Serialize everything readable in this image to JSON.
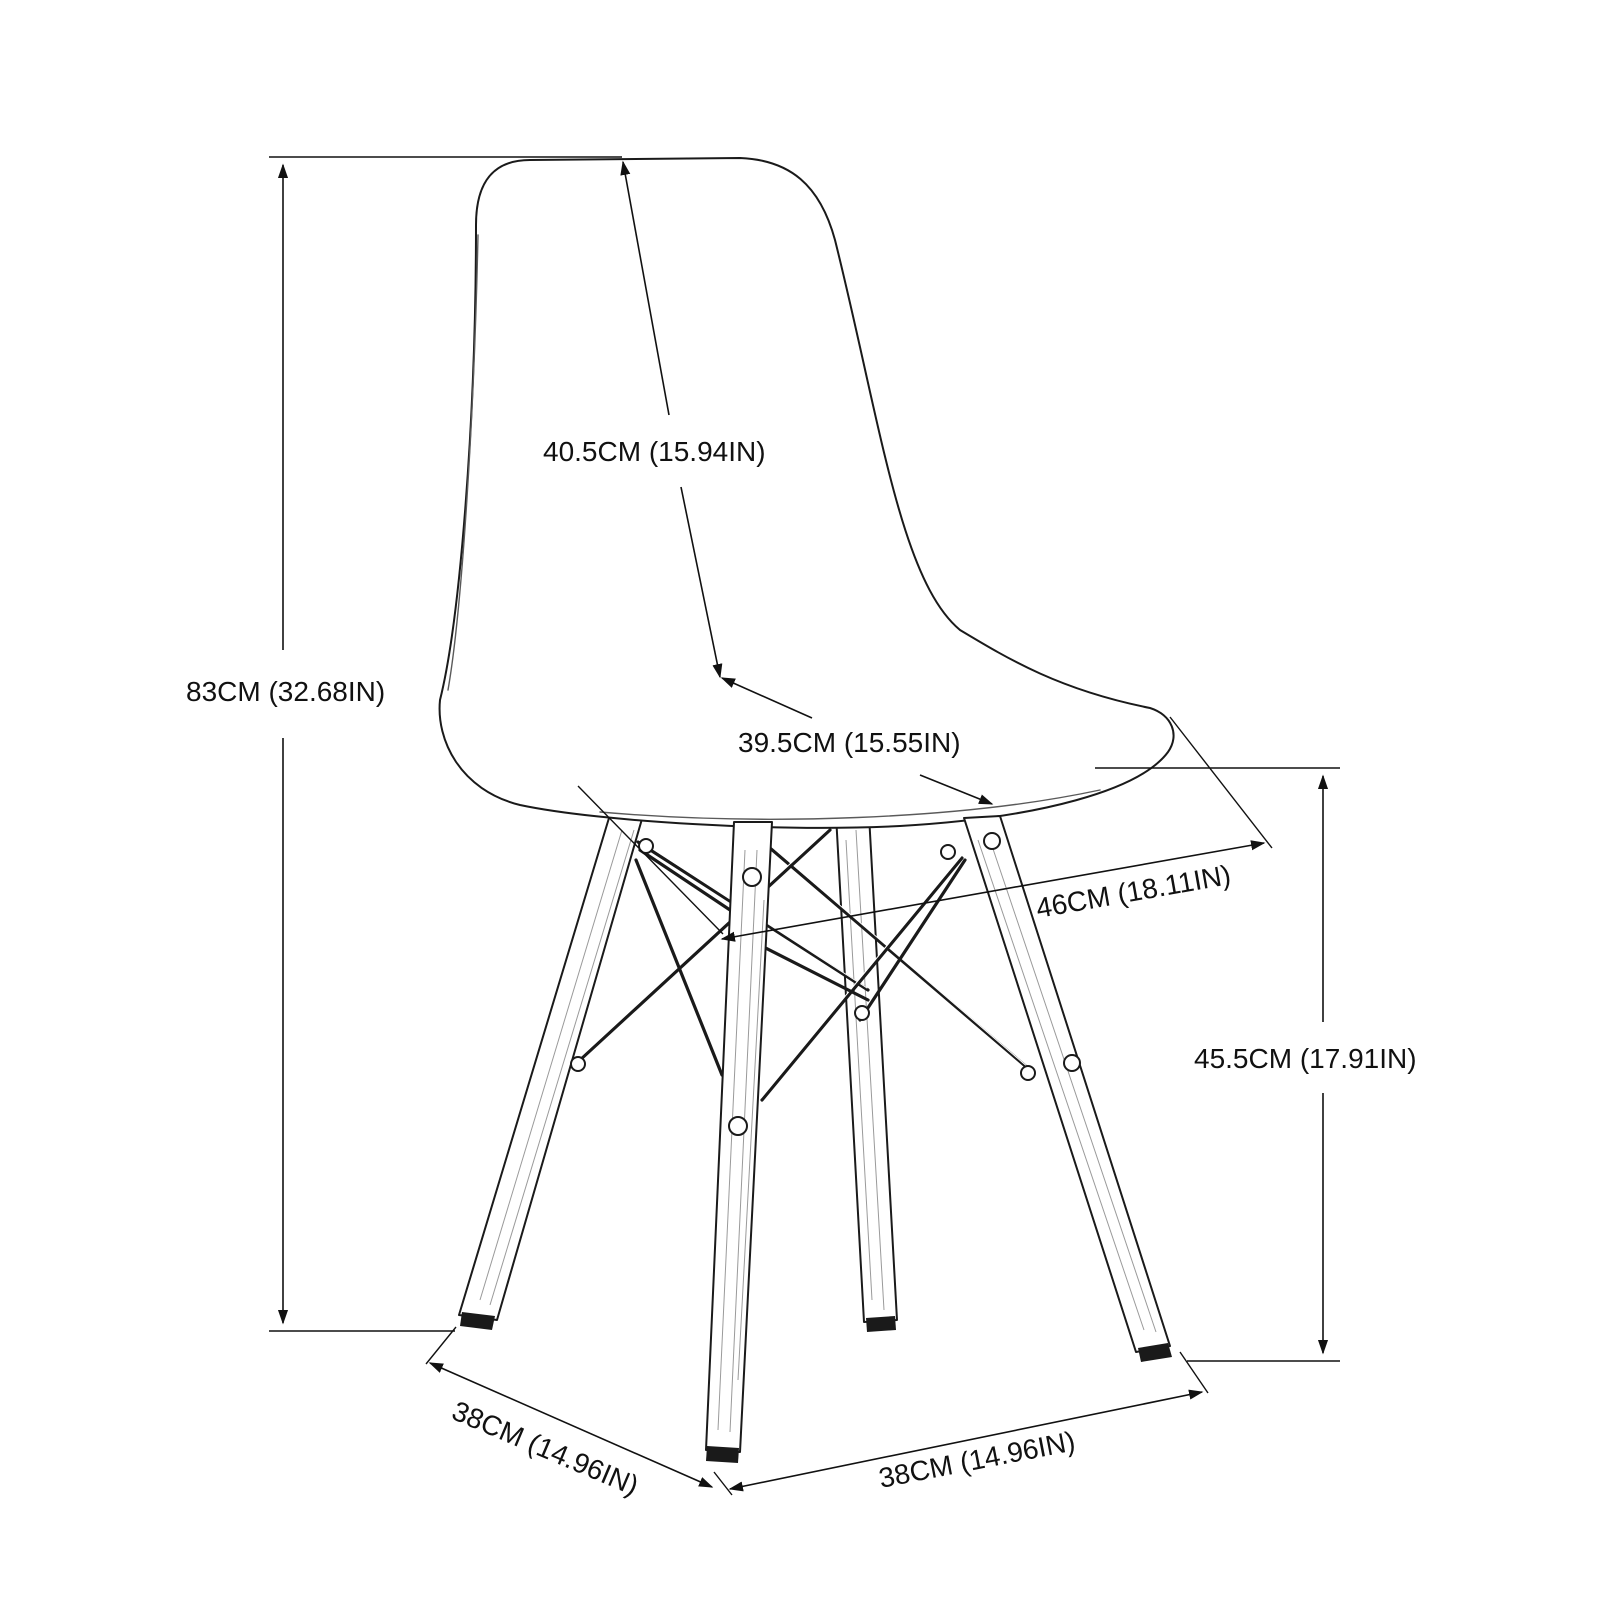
{
  "dimensions": {
    "total_height": "83CM (32.68IN)",
    "backrest_height": "40.5CM  (15.94IN)",
    "seat_depth": "39.5CM  (15.55IN)",
    "seat_width": "46CM  (18.11IN)",
    "seat_height": "45.5CM  (17.91IN)",
    "base_depth": "38CM  (14.96IN)",
    "base_width": "38CM  (14.96IN)"
  },
  "icons": {
    "chair": "chair-illustration",
    "arrow": "dimension-arrow"
  }
}
